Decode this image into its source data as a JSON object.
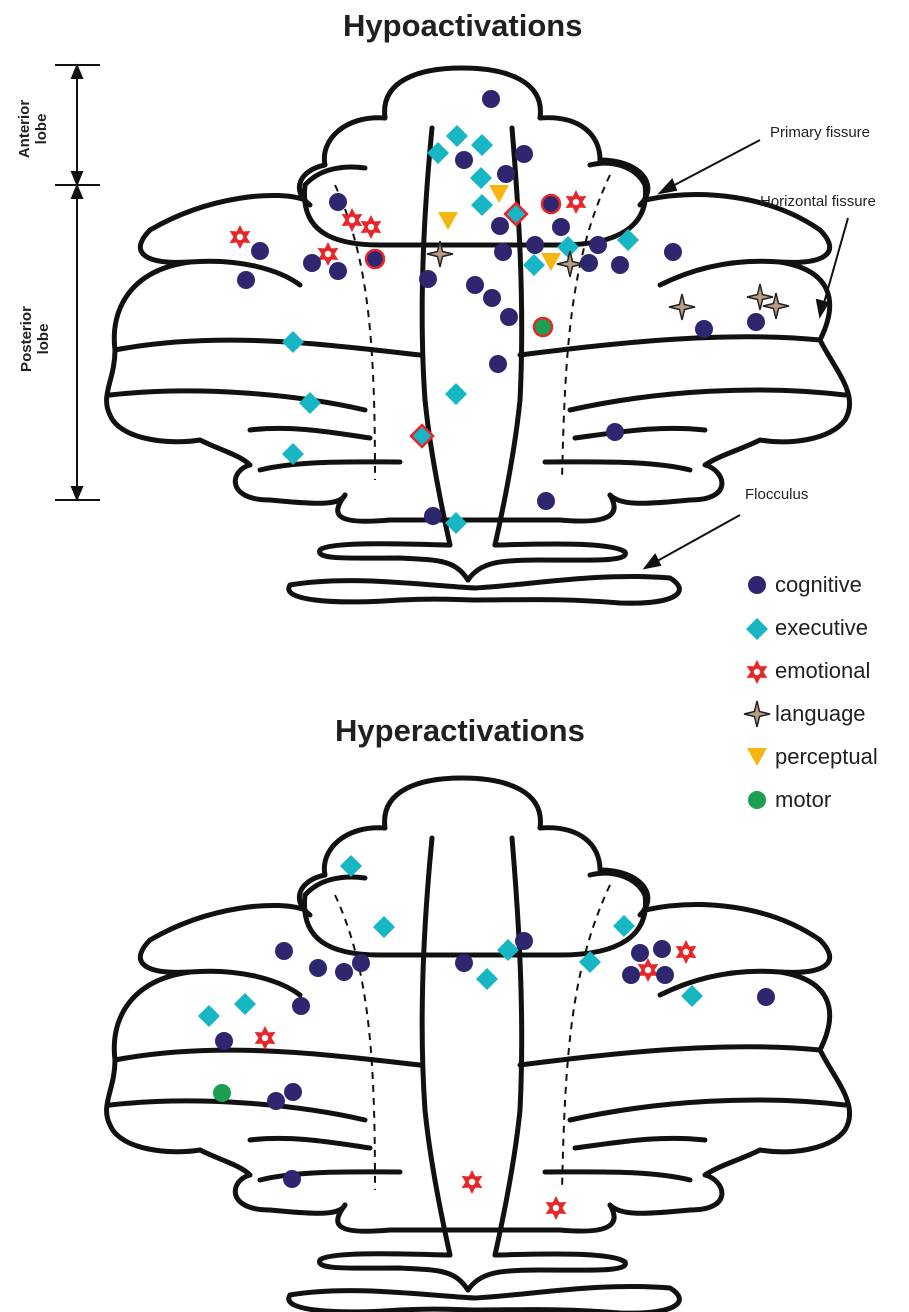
{
  "panels": [
    {
      "title": "Hypoactivations"
    },
    {
      "title": "Hyperactivations"
    }
  ],
  "annotations": {
    "anterior_lobe": [
      "Anterior",
      "lobe"
    ],
    "posterior_lobe": [
      "Posterior",
      "lobe"
    ],
    "primary_fissure": "Primary fissure",
    "horizontal_fissure": "Horizontal fissure",
    "flocculus": "Flocculus"
  },
  "legend": [
    {
      "key": "cognitive",
      "label": "cognitive",
      "color": "#2e2770",
      "icon": "circle-icon"
    },
    {
      "key": "executive",
      "label": "executive",
      "color": "#16b6c4",
      "icon": "diamond-icon"
    },
    {
      "key": "emotional",
      "label": "emotional",
      "color": "#e8262a",
      "icon": "hexagram-icon"
    },
    {
      "key": "language",
      "label": "language",
      "color": "#b89f84",
      "icon": "four-point-star-icon"
    },
    {
      "key": "perceptual",
      "label": "perceptual",
      "color": "#f6b510",
      "icon": "down-triangle-icon"
    },
    {
      "key": "motor",
      "label": "motor",
      "color": "#1aa050",
      "icon": "circle-icon"
    }
  ]
}
